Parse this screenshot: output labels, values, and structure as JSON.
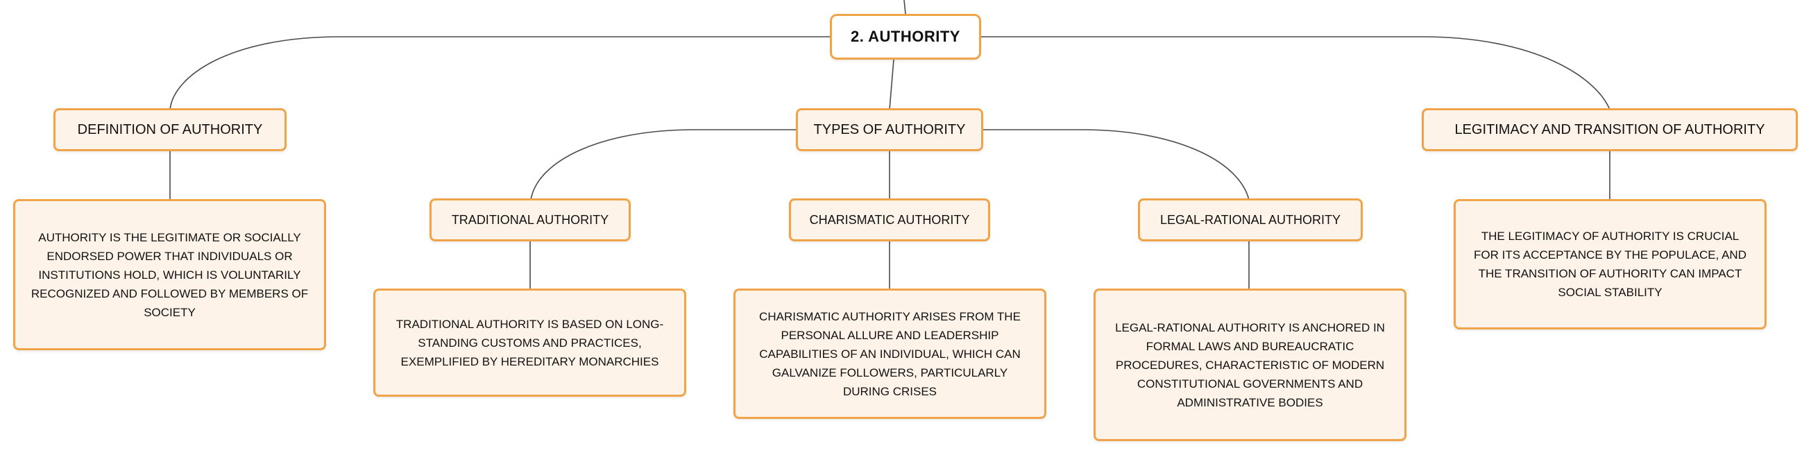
{
  "root": {
    "label": "2. AUTHORITY"
  },
  "branches": [
    {
      "label": "DEFINITION OF AUTHORITY",
      "description": "AUTHORITY IS THE LEGITIMATE OR SOCIALLY ENDORSED POWER THAT INDIVIDUALS OR INSTITUTIONS HOLD, WHICH IS VOLUNTARILY RECOGNIZED AND FOLLOWED BY MEMBERS OF SOCIETY"
    },
    {
      "label": "TYPES OF AUTHORITY",
      "subtypes": [
        {
          "label": "TRADITIONAL AUTHORITY",
          "description": "TRADITIONAL AUTHORITY IS BASED ON LONG-STANDING CUSTOMS AND PRACTICES, EXEMPLIFIED BY HEREDITARY MONARCHIES"
        },
        {
          "label": "CHARISMATIC AUTHORITY",
          "description": "CHARISMATIC AUTHORITY ARISES FROM THE PERSONAL ALLURE AND LEADERSHIP CAPABILITIES OF AN INDIVIDUAL, WHICH CAN GALVANIZE FOLLOWERS, PARTICULARLY DURING CRISES"
        },
        {
          "label": "LEGAL-RATIONAL AUTHORITY",
          "description": "LEGAL-RATIONAL AUTHORITY IS ANCHORED IN FORMAL LAWS AND BUREAUCRATIC PROCEDURES, CHARACTERISTIC OF MODERN CONSTITUTIONAL GOVERNMENTS AND ADMINISTRATIVE BODIES"
        }
      ]
    },
    {
      "label": "LEGITIMACY AND TRANSITION OF AUTHORITY",
      "description": "THE LEGITIMACY OF AUTHORITY IS CRUCIAL FOR ITS ACCEPTANCE BY THE POPULACE, AND THE TRANSITION OF AUTHORITY CAN IMPACT SOCIAL STABILITY"
    }
  ],
  "colors": {
    "node_border": "#f0a44a",
    "node_fill": "#fef3e8",
    "connector": "#4a4a4a"
  }
}
